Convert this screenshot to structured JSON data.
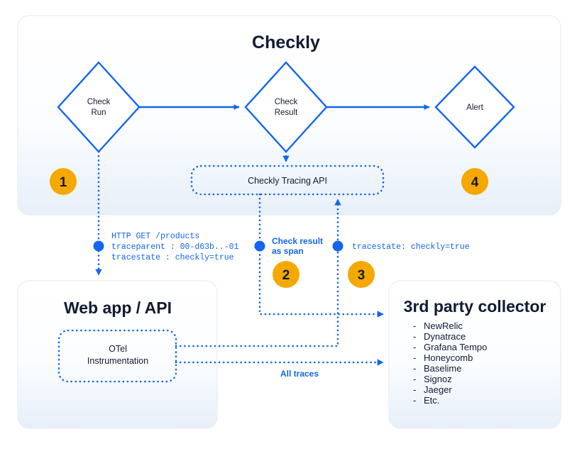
{
  "colors": {
    "accent_blue": "#1266f1",
    "badge_orange": "#f5a800",
    "text_navy": "#111b32",
    "panel_top": "#ffffff",
    "panel_bottom": "#e8f0fb"
  },
  "panels": {
    "checkly": {
      "title": "Checkly",
      "nodes": [
        {
          "id": "check-run",
          "line1": "Check",
          "line2": "Run"
        },
        {
          "id": "check-result",
          "line1": "Check",
          "line2": "Result"
        },
        {
          "id": "alert",
          "line1": "Alert",
          "line2": ""
        }
      ],
      "tracing_api_label": "Checkly Tracing API"
    },
    "webapp": {
      "title": "Web app / API",
      "otel": {
        "line1": "OTel",
        "line2": "Instrumentation"
      }
    },
    "collector": {
      "title": "3rd party collector",
      "items": [
        "NewRelic",
        "Dynatrace",
        "Grafana Tempo",
        "Honeycomb",
        "Baselime",
        "Signoz",
        "Jaeger",
        "Etc."
      ],
      "bullet": "-"
    }
  },
  "annotations": {
    "http_trace": {
      "line1": "HTTP GET /products",
      "line2": "traceparent : 00-d63b..-01",
      "line3": "tracestate  : checkly=true"
    },
    "check_result_span": {
      "line1": "Check result",
      "line2": "as span"
    },
    "tracestate": {
      "line1": "tracestate: checkly=true"
    },
    "all_traces": "All traces"
  },
  "badges": [
    {
      "id": "badge-1",
      "label": "1"
    },
    {
      "id": "badge-2",
      "label": "2"
    },
    {
      "id": "badge-3",
      "label": "3"
    },
    {
      "id": "badge-4",
      "label": "4"
    }
  ]
}
